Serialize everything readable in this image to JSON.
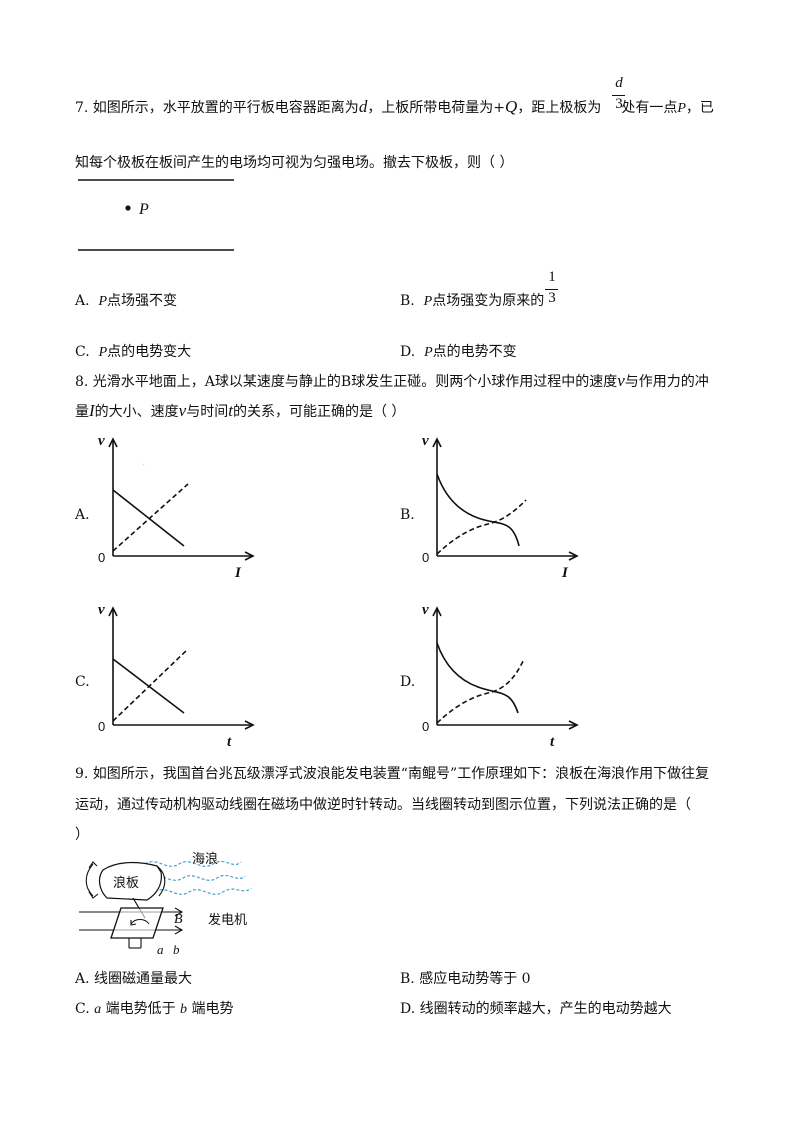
{
  "q7": {
    "line1_a": "7. 如图所示，水平放置的平行板电容器距离为",
    "var_d": "d",
    "line1_b": "，上板所带电荷量为+",
    "var_Q": "Q",
    "line1_c": "，距上极板为",
    "frac_num": "d",
    "frac_den": "3",
    "line1_d": "处有一点",
    "var_P": "P",
    "line1_e": "，已",
    "line2": "知每个极板在板间产生的电场均可视为匀强电场。撤去下极板，则（        ）",
    "figure_point_label": "P",
    "options": {
      "A_label": "A.",
      "A_var": "P",
      "A_text": "点场强不变",
      "B_label": "B.",
      "B_var": "P",
      "B_text": "点场强变为原来的",
      "B_frac_num": "1",
      "B_frac_den": "3",
      "C_label": "C.",
      "C_var": "P",
      "C_text": "点的电势变大",
      "D_label": "D.",
      "D_var": "P",
      "D_text": "点的电势不变"
    }
  },
  "q8": {
    "line1_a": "8. 光滑水平地面上，A球以某速度与静止的B球发生正碰。则两个小球作用过程中的速度",
    "var_v": "v",
    "line1_b": "与作用力的冲",
    "line2_a": "量",
    "var_I": "I",
    "line2_b": "的大小、速度",
    "var_v2": "v",
    "line2_c": "与时间",
    "var_t": "t",
    "line2_d": "的关系，可能正确的是（        ）",
    "graphs": {
      "A": {
        "label": "A.",
        "y_axis": "v",
        "x_axis": "I",
        "origin": "0"
      },
      "B": {
        "label": "B.",
        "y_axis": "v",
        "x_axis": "I",
        "origin": "0"
      },
      "C": {
        "label": "C.",
        "y_axis": "v",
        "x_axis": "t",
        "origin": "0"
      },
      "D": {
        "label": "D.",
        "y_axis": "v",
        "x_axis": "t",
        "origin": "0"
      }
    }
  },
  "q9": {
    "line1": "9. 如图所示，我国首台兆瓦级漂浮式波浪能发电装置“南鲲号”工作原理如下：浪板在海浪作用下做往复",
    "line2": "运动，通过传动机构驱动线圈在磁场中做逆时针转动。当线圈转动到图示位置，下列说法正确的是（",
    "line3": "）",
    "figure": {
      "wave_label": "海浪",
      "board_label": "浪板",
      "field_label": "B",
      "generator_label": "发电机",
      "terminal_a": "a",
      "terminal_b": "b"
    },
    "options": {
      "A": "A. 线圈磁通量最大",
      "B": "B. 感应电动势等于 0",
      "C_label": "C. ",
      "C_var_a": "a",
      "C_mid": " 端电势低于 ",
      "C_var_b": "b",
      "C_end": " 端电势",
      "D": "D. 线圈转动的频率越大，产生的电动势越大"
    }
  }
}
